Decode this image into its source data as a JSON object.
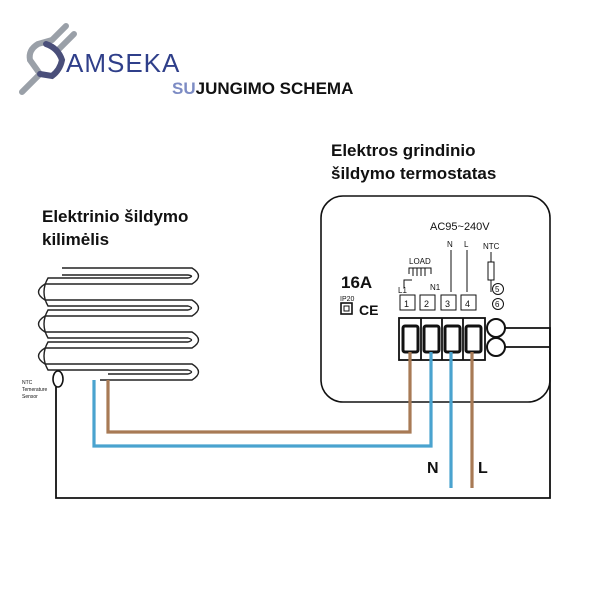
{
  "logo": {
    "text": "AMSEKA"
  },
  "title": {
    "prefix": "SU",
    "rest": "JUNGIMO SCHEMA"
  },
  "thermostat": {
    "label_line1": "Elektros grindinio",
    "label_line2": "šildymo termostatas",
    "voltage": "AC95~240V",
    "current": "16A",
    "ip_rating": "IP20",
    "ce_mark": "CE",
    "load_label": "LOAD",
    "ntc_label": "NTC",
    "terminal_n_top": "N",
    "terminal_l_top": "L",
    "terminal_l1": "L1",
    "terminal_n1": "N1",
    "terminals": [
      "1",
      "2",
      "3",
      "4"
    ],
    "sensor_pins": [
      "5",
      "6"
    ]
  },
  "heating_mat": {
    "label_line1": "Elektrinio šildymo",
    "label_line2": "kilimėlis",
    "ntc_note": [
      "NTC",
      "Temerature",
      "Sensor"
    ]
  },
  "supply": {
    "n_label": "N",
    "l_label": "L"
  },
  "colors": {
    "brown_wire": "#a87a55",
    "blue_wire": "#4aa3cf",
    "outline": "#111111",
    "logo": "#2f3f8a"
  }
}
